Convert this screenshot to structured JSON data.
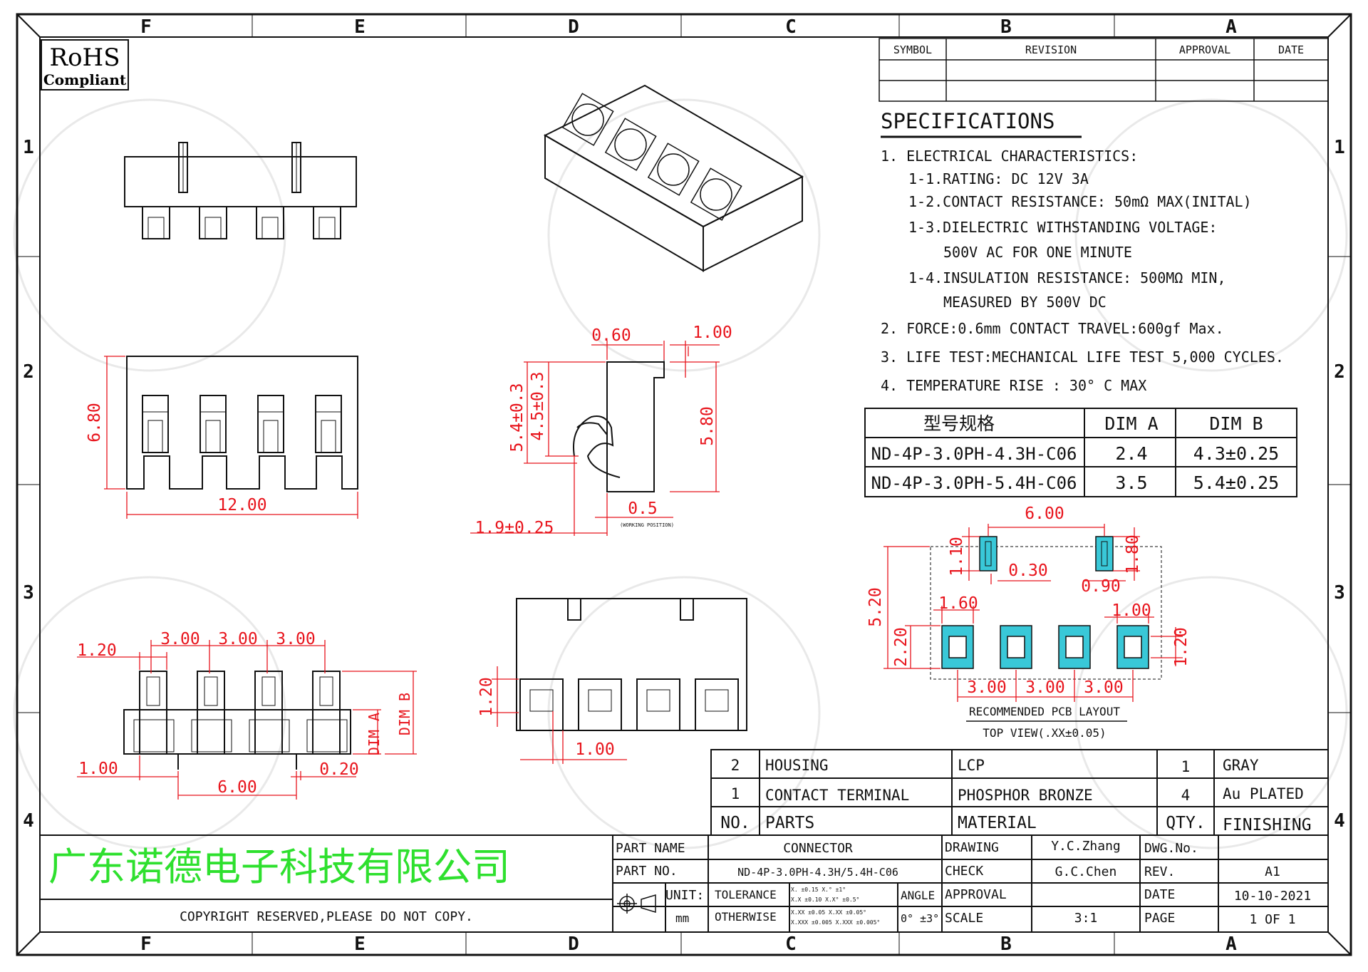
{
  "frame": {
    "col_labels": [
      "F",
      "E",
      "D",
      "C",
      "B",
      "A"
    ],
    "row_labels": [
      "1",
      "2",
      "3",
      "4"
    ]
  },
  "rohs": {
    "line1": "RoHS",
    "line2": "Compliant"
  },
  "revision_table": {
    "headers": [
      "SYMBOL",
      "REVISION",
      "APPROVAL",
      "DATE"
    ]
  },
  "specs": {
    "title": "SPECIFICATIONS",
    "lines": [
      "1. ELECTRICAL CHARACTERISTICS:",
      "1-1.RATING: DC 12V 3A",
      "1-2.CONTACT RESISTANCE: 50mΩ  MAX(INITAL)",
      "1-3.DIELECTRIC WITHSTANDING VOLTAGE:",
      "500V AC FOR ONE MINUTE",
      "1-4.INSULATION RESISTANCE: 500MΩ  MIN,",
      "MEASURED BY 500V DC",
      "2. FORCE:0.6mm CONTACT TRAVEL:600gf Max.",
      "3. LIFE TEST:MECHANICAL LIFE TEST 5,000 CYCLES.",
      "4. TEMPERATURE RISE : 30° C MAX"
    ]
  },
  "model_table": {
    "headers": [
      "型号规格",
      "DIM A",
      "DIM B"
    ],
    "rows": [
      [
        "ND-4P-3.0PH-4.3H-C06",
        "2.4",
        "4.3±0.25"
      ],
      [
        "ND-4P-3.0PH-5.4H-C06",
        "3.5",
        "5.4±0.25"
      ]
    ]
  },
  "dims": {
    "top_view_width": "12.00",
    "top_view_height": "6.80",
    "side_top_gap": "0.60",
    "side_top_right": "1.00",
    "side_h1": "5.4±0.3",
    "side_h2": "4.5±0.3",
    "side_h3": "5.80",
    "side_work": "0.5",
    "side_work_note": "(WORKING POSITION)",
    "side_bottom": "1.9±0.25",
    "front_pitch1": "3.00",
    "front_pitch2": "3.00",
    "front_pitch3": "3.00",
    "front_left": "1.20",
    "front_bottom_left": "1.00",
    "front_bottom_mid": "6.00",
    "front_bottom_right": "0.20",
    "front_dim_a": "DIM A",
    "front_dim_b": "DIM B",
    "back_h": "1.20",
    "back_w": "1.00",
    "pcb_top": "6.00",
    "pcb_slot_h": "1.10",
    "pcb_slot_w": "0.30",
    "pcb_slot_h2": "1.80",
    "pcb_slot_pad": "0.90",
    "pcb_height": "5.20",
    "pcb_pad_w": "1.60",
    "pcb_pad_r": "1.00",
    "pcb_pad_h": "2.20",
    "pcb_pad_h2": "1.20",
    "pcb_pitch1": "3.00",
    "pcb_pitch2": "3.00",
    "pcb_pitch3": "3.00",
    "pcb_caption": "RECOMMENDED PCB LAYOUT",
    "pcb_caption2": "TOP VIEW(.XX±0.05)"
  },
  "bom": {
    "rows": [
      {
        "no": "2",
        "part": "HOUSING",
        "material": "LCP",
        "qty": "1",
        "finish": "GRAY"
      },
      {
        "no": "1",
        "part": "CONTACT TERMINAL",
        "material": "PHOSPHOR BRONZE",
        "qty": "4",
        "finish": "Au PLATED"
      }
    ],
    "header": {
      "no": "NO.",
      "part": "PARTS",
      "material": "MATERIAL",
      "qty": "QTY.",
      "finish": "FINISHING"
    }
  },
  "title_block": {
    "company": "广东诺德电子科技有限公司",
    "copyright": "COPYRIGHT RESERVED,PLEASE DO NOT COPY.",
    "part_name_label": "PART NAME",
    "part_name": "CONNECTOR",
    "part_no_label": "PART NO.",
    "part_no": "ND-4P-3.0PH-4.3H/5.4H-C06",
    "unit_label": "UNIT:",
    "unit": "mm",
    "tolerance_label": "TOLERANCE",
    "otherwise_label": "OTHERWISE",
    "tol_lines": [
      "X.    ±0.15  X.°   ±1°",
      "X.X   ±0.10  X.X°  ±0.5°",
      "X.XX  ±0.05  X.XX  ±0.05°",
      "X.XXX ±0.005 X.XXX ±0.005°"
    ],
    "angle_label": "ANGLE",
    "angle_value": "0° ±3°",
    "drawing_label": "DRAWING",
    "drawing_by": "Y.C.Zhang",
    "check_label": "CHECK",
    "check_by": "G.C.Chen",
    "approval_label": "APPROVAL",
    "scale_label": "SCALE",
    "scale": "3:1",
    "dwg_no_label": "DWG.No.",
    "rev_label": "REV.",
    "rev": "A1",
    "date_label": "DATE",
    "date": "10-10-2021",
    "page_label": "PAGE",
    "page": "1 OF 1"
  },
  "colors": {
    "line": "#111111",
    "dim": "#e8141c",
    "pad": "#39c8d8",
    "company": "#2ee02e",
    "watermark": "#e6e6e6"
  }
}
